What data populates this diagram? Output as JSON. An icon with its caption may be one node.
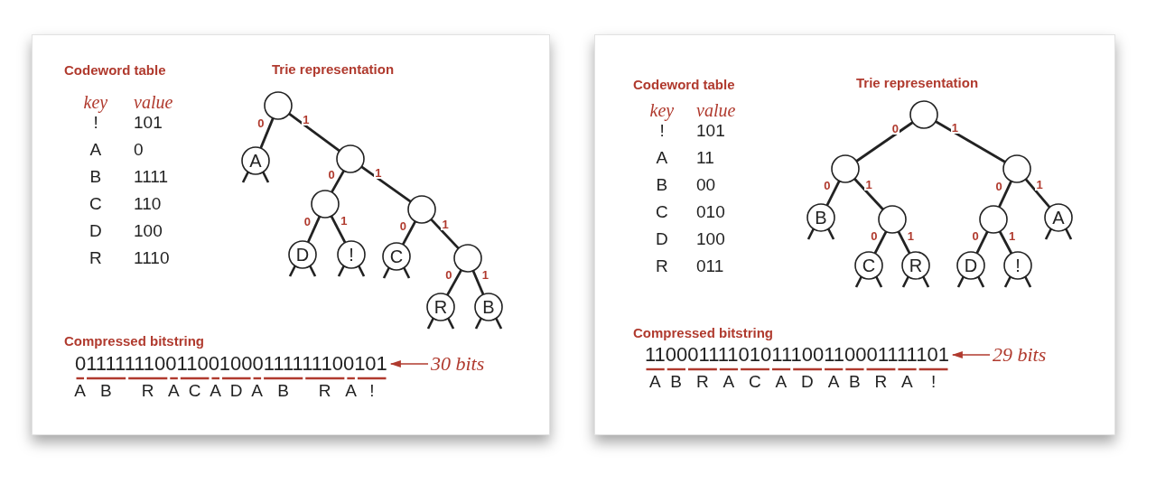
{
  "diagram": {
    "nodes": [
      {
        "text": [],
        "shape": "box"
      },
      {
        "text": [],
        "shape": "circle",
        "in": 0
      },
      {
        "text": [
          "A"
        ],
        "in": 0
      },
      {
        "text": [],
        "shape": "circle",
        "in": 0
      },
      {
        "text": [],
        "shape": "circle",
        "in": 0
      },
      {
        "text": [],
        "shape": "circle",
        "in": 0
      },
      {
        "text": [
          "D"
        ],
        "in": 0
      },
      {
        "text": [
          "!"
        ],
        "in": 0
      },
      {
        "text": [
          "C"
        ],
        "in": 0
      },
      {
        "text": [],
        "shape": "circle",
        "in": 0
      },
      {
        "text": [
          "R"
        ],
        "in": 0
      },
      {
        "text": [
          "B"
        ],
        "in": 0
      },
      {
        "text": [
          "011111110011001000111111100101"
        ],
        "in": 0
      },
      {
        "text": [
          "30 bits"
        ],
        "in": 0
      },
      {
        "text": [],
        "shape": "box"
      },
      {
        "text": [],
        "shape": "circle",
        "in": 14
      },
      {
        "text": [],
        "shape": "circle",
        "in": 14
      },
      {
        "text": [],
        "shape": "circle",
        "in": 14
      },
      {
        "text": [
          "B"
        ],
        "in": 14
      },
      {
        "text": [],
        "shape": "circle",
        "in": 14
      },
      {
        "text": [],
        "shape": "circle",
        "in": 14
      },
      {
        "text": [
          "A"
        ],
        "in": 14
      },
      {
        "text": [
          "C"
        ],
        "in": 14
      },
      {
        "text": [
          "R"
        ],
        "in": 14
      },
      {
        "text": [
          "D"
        ],
        "in": 14
      },
      {
        "text": [
          "!"
        ],
        "in": 14
      },
      {
        "text": [
          "11000111101011100110001111101"
        ],
        "in": 14
      },
      {
        "text": [
          "29 bits"
        ],
        "in": 14
      }
    ],
    "edges": [
      {
        "from": 1,
        "to": 2,
        "arrow": "none",
        "label": "0"
      },
      {
        "from": 1,
        "to": 3,
        "arrow": "none",
        "label": "1"
      },
      {
        "from": 3,
        "to": 4,
        "arrow": "none",
        "label": "0"
      },
      {
        "from": 3,
        "to": 5,
        "arrow": "none",
        "label": "1"
      },
      {
        "from": 4,
        "to": 6,
        "arrow": "none",
        "label": "0"
      },
      {
        "from": 4,
        "to": 7,
        "arrow": "none",
        "label": "1"
      },
      {
        "from": 5,
        "to": 8,
        "arrow": "none",
        "label": "0"
      },
      {
        "from": 5,
        "to": 9,
        "arrow": "none",
        "label": "1"
      },
      {
        "from": 9,
        "to": 10,
        "arrow": "none",
        "label": "0"
      },
      {
        "from": 9,
        "to": 11,
        "arrow": "none",
        "label": "1"
      },
      {
        "from": 13,
        "to": 12,
        "arrow": "to",
        "color": "#b03a2e"
      },
      {
        "from": 15,
        "to": 16,
        "arrow": "none",
        "label": "0"
      },
      {
        "from": 15,
        "to": 17,
        "arrow": "none",
        "label": "1"
      },
      {
        "from": 16,
        "to": 18,
        "arrow": "none",
        "label": "0"
      },
      {
        "from": 16,
        "to": 19,
        "arrow": "none",
        "label": "1"
      },
      {
        "from": 17,
        "to": 20,
        "arrow": "none",
        "label": "0"
      },
      {
        "from": 17,
        "to": 21,
        "arrow": "none",
        "label": "1"
      },
      {
        "from": 19,
        "to": 22,
        "arrow": "none",
        "label": "0"
      },
      {
        "from": 19,
        "to": 23,
        "arrow": "none",
        "label": "1"
      },
      {
        "from": 20,
        "to": 24,
        "arrow": "none",
        "label": "0"
      },
      {
        "from": 20,
        "to": 25,
        "arrow": "none",
        "label": "1"
      },
      {
        "from": 27,
        "to": 26,
        "arrow": "to",
        "color": "#b03a2e"
      }
    ],
    "labels": [
      "Codeword table",
      "Trie representation",
      "key",
      "value",
      "!",
      "101",
      "A",
      "0",
      "B",
      "1111",
      "C",
      "110",
      "D",
      "100",
      "R",
      "1110",
      "Compressed bitstring",
      "A",
      "B",
      "R",
      "A",
      "C",
      "A",
      "D",
      "A",
      "B",
      "R",
      "A",
      "!",
      "Codeword table",
      "Trie representation",
      "key",
      "value",
      "!",
      "101",
      "A",
      "11",
      "B",
      "00",
      "C",
      "010",
      "D",
      "100",
      "R",
      "011",
      "Compressed bitstring",
      "A",
      "B",
      "R",
      "A",
      "C",
      "A",
      "D",
      "A",
      "B",
      "R",
      "A",
      "!"
    ]
  }
}
